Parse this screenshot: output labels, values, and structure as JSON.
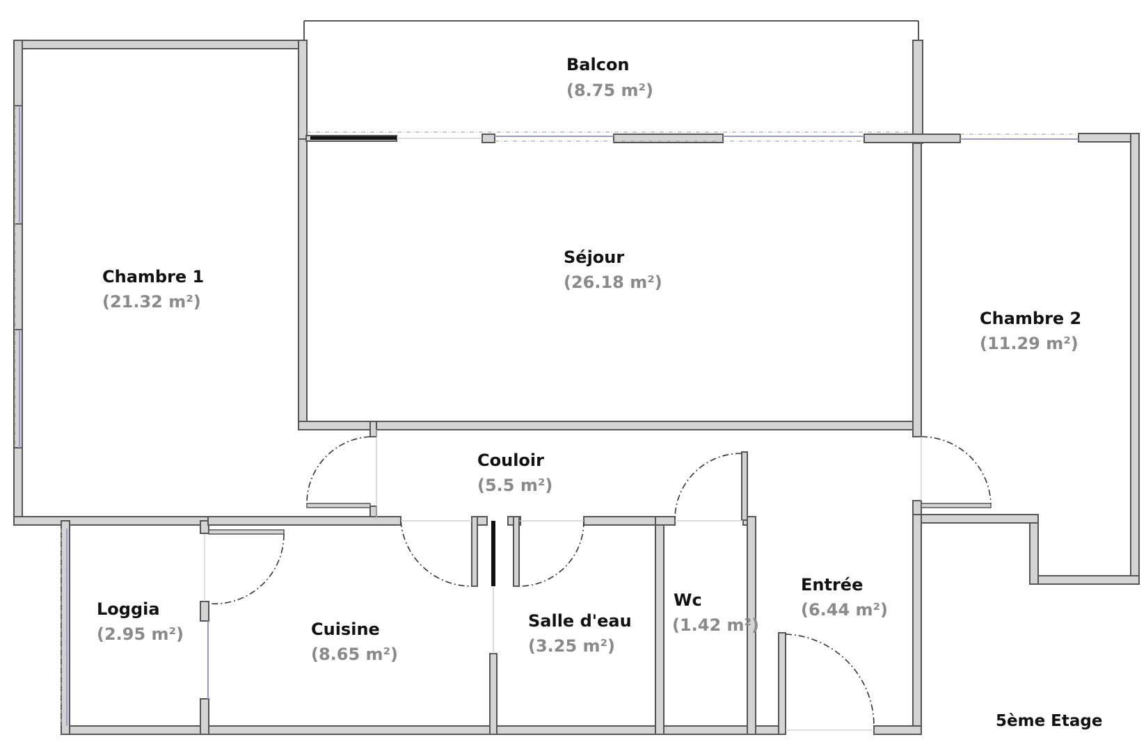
{
  "plan": {
    "floor_label": "5ème Etage",
    "rooms": {
      "balcon": {
        "name": "Balcon",
        "area": "(8.75 m²)"
      },
      "chambre1": {
        "name": "Chambre 1",
        "area": "(21.32 m²)"
      },
      "sejour": {
        "name": "Séjour",
        "area": "(26.18 m²)"
      },
      "chambre2": {
        "name": "Chambre 2",
        "area": "(11.29 m²)"
      },
      "couloir": {
        "name": "Couloir",
        "area": "(5.5 m²)"
      },
      "loggia": {
        "name": "Loggia",
        "area": "(2.95 m²)"
      },
      "cuisine": {
        "name": "Cuisine",
        "area": "(8.65 m²)"
      },
      "salle_eau": {
        "name": "Salle d'eau",
        "area": "(3.25 m²)"
      },
      "wc": {
        "name": "Wc",
        "area": "(1.42 m²)"
      },
      "entree": {
        "name": "Entrée",
        "area": "(6.44 m²)"
      }
    }
  }
}
